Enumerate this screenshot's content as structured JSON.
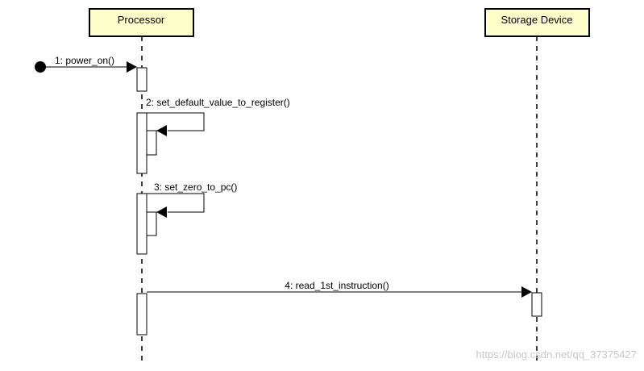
{
  "lifelines": [
    {
      "id": "processor",
      "label": "Processor"
    },
    {
      "id": "storage",
      "label": "Storage Device"
    }
  ],
  "messages": [
    {
      "num": "1",
      "label": "1: power_on()"
    },
    {
      "num": "2",
      "label": "2: set_default_value_to_register()"
    },
    {
      "num": "3",
      "label": "3: set_zero_to_pc()"
    },
    {
      "num": "4",
      "label": "4: read_1st_instruction()"
    }
  ],
  "watermark": "https://blog.csdn.net/qq_37375427"
}
